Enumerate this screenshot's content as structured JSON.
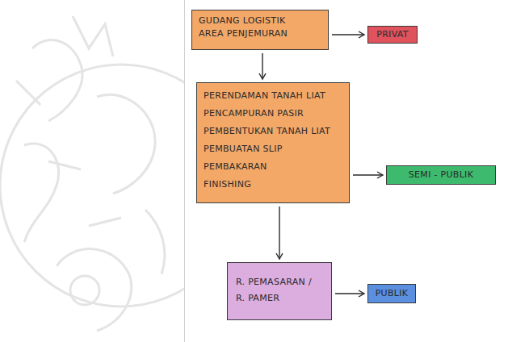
{
  "diagram": {
    "nodes": [
      {
        "text": [
          "GUDANG LOGISTIK AREA PENJEMURAN"
        ]
      },
      {
        "text": [
          "PRIVAT"
        ]
      },
      {
        "text": [
          "PERENDAMAN TANAH LIAT",
          "PENCAMPURAN PASIR",
          "PEMBENTUKAN TANAH LIAT",
          "PEMBUATAN SLIP",
          "PEMBAKARAN",
          "FINISHING"
        ]
      },
      {
        "text": [
          "SEMI - PUBLIK"
        ]
      },
      {
        "text": [
          "R. PEMASARAN / R. PAMER"
        ]
      },
      {
        "text": [
          "PUBLIK"
        ]
      }
    ],
    "edges": [
      {
        "from": 0,
        "to": 1,
        "arrow": "to"
      },
      {
        "from": 0,
        "to": 2,
        "arrow": "to"
      },
      {
        "from": 2,
        "to": 3,
        "arrow": "to"
      },
      {
        "from": 2,
        "to": 4,
        "arrow": "to"
      },
      {
        "from": 4,
        "to": 5,
        "arrow": "to"
      }
    ]
  }
}
